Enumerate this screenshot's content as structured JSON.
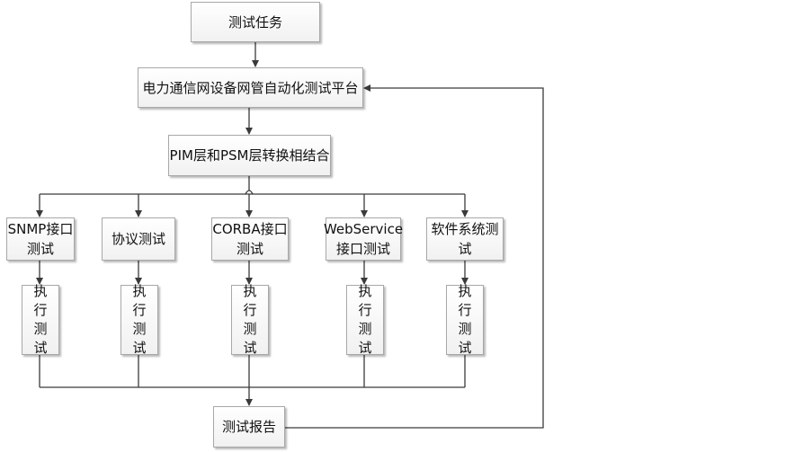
{
  "diagram": {
    "task": "测试任务",
    "platform": "电力通信网设备网管自动化测试平台",
    "combine": "PIM层和PSM层转换相结合",
    "tests": [
      {
        "line1": "SNMP接口",
        "line2": "测试",
        "exec": [
          "执",
          "行",
          "测",
          "试"
        ]
      },
      {
        "line1": "协议测试",
        "line2": "",
        "exec": [
          "执",
          "行",
          "测",
          "试"
        ]
      },
      {
        "line1": "CORBA接口",
        "line2": "测试",
        "exec": [
          "执",
          "行",
          "测",
          "试"
        ]
      },
      {
        "line1": "WebService",
        "line2": "接口测试",
        "exec": [
          "执",
          "行",
          "测",
          "试"
        ]
      },
      {
        "line1": "软件系统测",
        "line2": "试",
        "exec": [
          "执",
          "行",
          "测",
          "试"
        ]
      }
    ],
    "report": "测试报告",
    "colors": {
      "line": "#3a3a3a",
      "border": "#a8a8a8"
    }
  }
}
